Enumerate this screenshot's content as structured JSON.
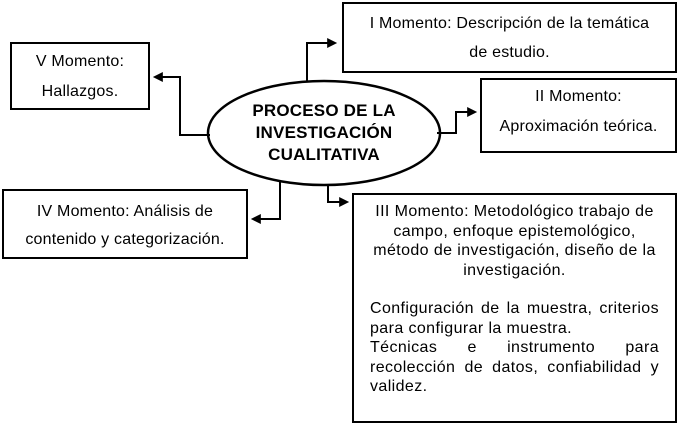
{
  "diagram": {
    "center": {
      "lines": [
        "PROCESO DE LA",
        "INVESTIGACIÓN",
        "CUALITATIVA"
      ]
    },
    "boxes": {
      "momento1": {
        "lines": [
          "I Momento: Descripción de la temática",
          "de estudio."
        ]
      },
      "momento2": {
        "lines": [
          "II Momento:",
          "Aproximación teórica."
        ]
      },
      "momento3": {
        "paragraphs": [
          "III Momento: Metodológico trabajo de campo, enfoque epistemológico, método de investigación, diseño de la investigación.",
          "Configuración de la muestra, criterios para configurar la muestra.",
          "Técnicas e instrumento para recolección de datos, confiabilidad y validez."
        ]
      },
      "momento4": {
        "lines": [
          "IV Momento: Análisis de",
          "contenido y categorización."
        ]
      },
      "momento5": {
        "lines": [
          "V Momento:",
          "Hallazgos."
        ]
      }
    },
    "colors": {
      "ink": "#000000",
      "background": "#ffffff"
    }
  }
}
